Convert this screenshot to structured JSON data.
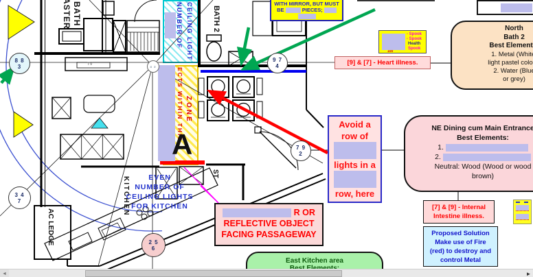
{
  "scrollbar": {
    "left_arrow": "◄",
    "right_arrow": "►"
  },
  "plan": {
    "room_labels": {
      "master_bath_word1": "MASTER",
      "master_bath_word2": "BATH",
      "bath2": "BATH 2",
      "store": "ST",
      "ac_ledge": "AC LEDGE",
      "kitchen": "KITCHEN",
      "tv": "TV"
    },
    "zone_marker_letter": "A",
    "flying_stars": [
      {
        "id": "8-8-3",
        "line1": "8 8",
        "line2": "3"
      },
      {
        "id": "4-2",
        "line1": "4 2",
        "line2": ""
      },
      {
        "id": "9-7-4",
        "line1": "9 7",
        "line2": "4"
      },
      {
        "id": "7-9-2",
        "line1": "7 9",
        "line2": "2"
      },
      {
        "id": "3-4-7",
        "line1": "3 4",
        "line2": "7"
      },
      {
        "id": "2-5-6",
        "line1": "2 5",
        "line2": "6"
      }
    ],
    "notes": {
      "ceiling_light_zone": {
        "line1": "NUMBER OF",
        "line2": "CEILING LIGHT"
      },
      "within_zone": {
        "line1": "ECTS WITHIN THIS",
        "line2": "ZONE"
      },
      "kitchen_lights": {
        "l1": "EVEN",
        "l2": "NUMBER OF",
        "l3": "CEILING LIGHTS",
        "l4": "FOR KITCHEN"
      }
    }
  },
  "callouts": {
    "mirror_rule": {
      "l1": "WITH MIRROR, BUT MUST",
      "l2a": "BE",
      "l2b": "PIECES;"
    },
    "spook": {
      "i1": "- Spook",
      "i2": "- Spook",
      "i3": "Health",
      "i4": "Spook",
      "footer": "100"
    },
    "heart": {
      "text": "[9] & [7] - Heart illness."
    },
    "north_bath": {
      "t1": "North",
      "t2": "Bath 2",
      "t3": "Best Elements:",
      "l1": "1. Metal (White,",
      "l2": "light pastel colors)",
      "l3": "2. Water (Blue",
      "l4": "or grey)"
    },
    "avoid": {
      "l1": "Avoid a",
      "l2": "row of",
      "l3": "lights in a",
      "l4": "row, here"
    },
    "ne_dining": {
      "title": "NE Dining cum Main Entrance",
      "subtitle": "Best Elements:",
      "item1": "1.",
      "item2": "2.",
      "l3": "Neutral: Wood (Wood or wood",
      "l4": "brown)"
    },
    "internal": {
      "l1": "[7] & [9] - Internal",
      "l2": "Intestine illness."
    },
    "proposed": {
      "l1": "Proposed Solution",
      "l2": "Make use of Fire",
      "l3": "(red) to destroy and",
      "l4": "control Metal"
    },
    "reflective": {
      "l1_suffix": "R OR",
      "l2": "REFLECTIVE OBJECT",
      "l3": "FACING PASSAGEWAY"
    },
    "east_kitchen": {
      "l1": "East Kitchen area",
      "l2": "Best Elements:"
    }
  },
  "colors": {
    "redaction": "#BDBDEC",
    "arrow_green": "#00A651",
    "arrow_red": "#FF0000",
    "line_blue": "#0000F0",
    "line_magenta": "#FF00FF",
    "hatch_cyan": "#00C8D0",
    "hatch_yellow": "#E6C200",
    "callout_pink": "#FFDBDB",
    "callout_yellow": "#FFFF00",
    "callout_peach": "#FCE2C4",
    "callout_green": "#A9F1A9",
    "callout_blue": "#CFF1FF"
  }
}
